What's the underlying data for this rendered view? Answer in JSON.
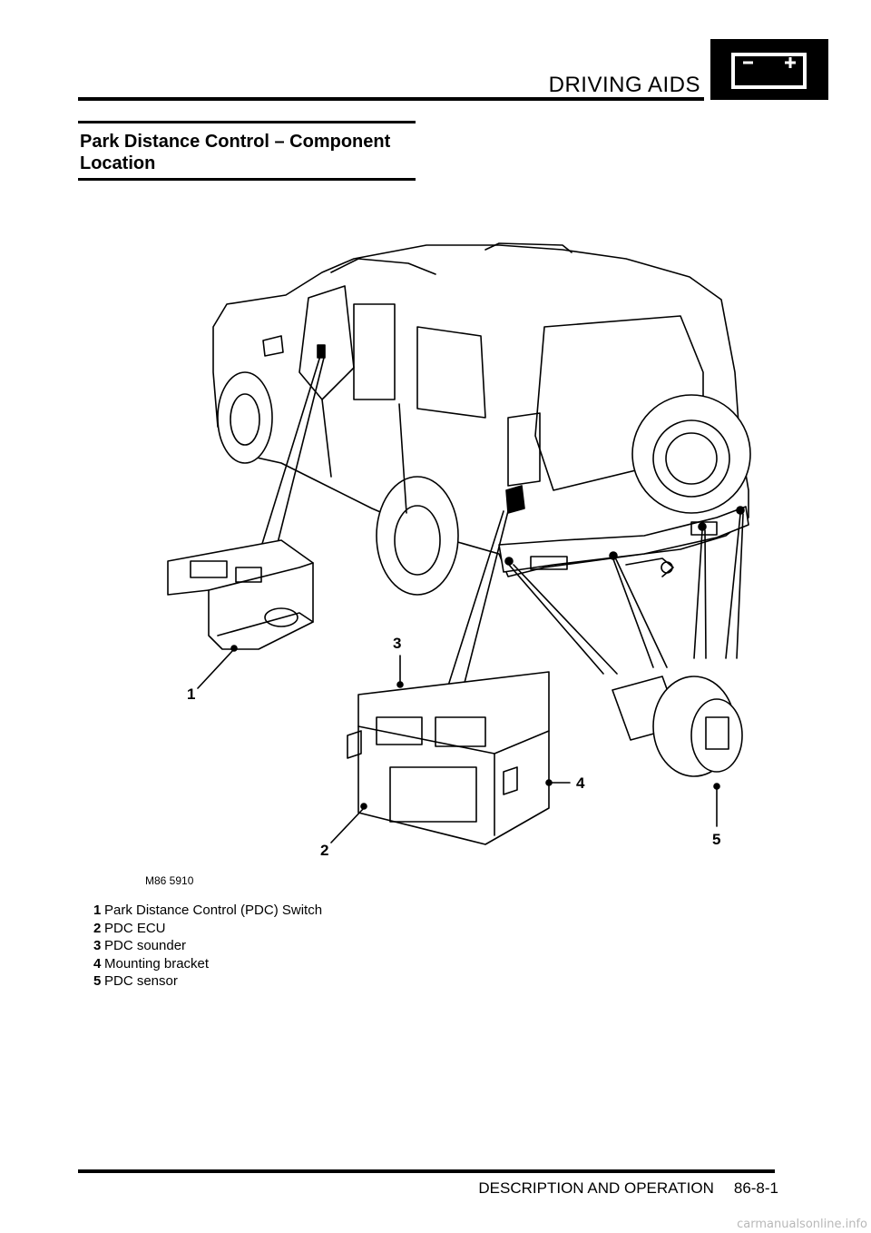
{
  "header": {
    "title": "DRIVING AIDS"
  },
  "section": {
    "title_line1": "Park Distance Control – Component",
    "title_line2": "Location"
  },
  "figure": {
    "code": "M86 5910",
    "callouts": [
      "1",
      "2",
      "3",
      "4",
      "5"
    ]
  },
  "legend": [
    {
      "num": "1",
      "label": "Park Distance Control (PDC) Switch"
    },
    {
      "num": "2",
      "label": "PDC ECU"
    },
    {
      "num": "3",
      "label": "PDC sounder"
    },
    {
      "num": "4",
      "label": "Mounting bracket"
    },
    {
      "num": "5",
      "label": "PDC sensor"
    }
  ],
  "footer": {
    "section_name": "DESCRIPTION AND OPERATION",
    "page_number": "86-8-1"
  },
  "watermark": "carmanualsonline.info"
}
